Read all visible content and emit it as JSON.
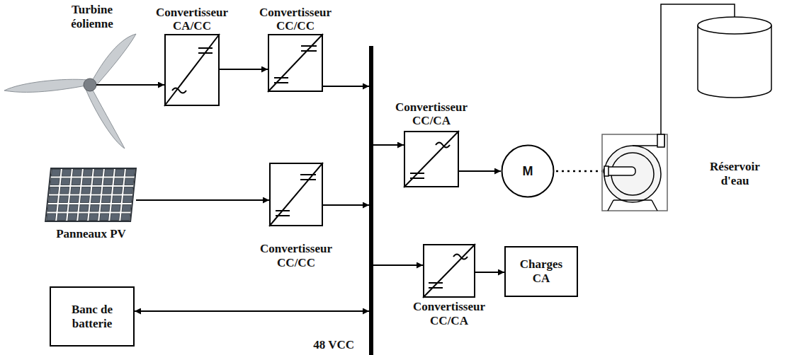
{
  "diagram": {
    "nodes": [
      {
        "text": [
          "Turbine éolienne"
        ]
      },
      {
        "text": [
          "Convertisseur CA/CC"
        ]
      },
      {
        "text": [
          "Convertisseur CC/CC"
        ]
      },
      {
        "text": [
          "Convertisseur CC/CA"
        ]
      },
      {
        "text": [
          "M"
        ]
      },
      {
        "text": [
          "Réservoir d'eau"
        ]
      },
      {
        "text": [
          "Panneaux PV"
        ]
      },
      {
        "text": [
          "Convertisseur CC/CC"
        ]
      },
      {
        "text": [
          "Charges CA"
        ]
      },
      {
        "text": [
          "Banc de batterie"
        ]
      },
      {
        "text": [
          "48 VCC"
        ]
      },
      {
        "text": [
          "Convertisseur CC/CA"
        ]
      }
    ],
    "edges": [
      {
        "from": 0,
        "to": 1,
        "arrow": "to"
      },
      {
        "from": 1,
        "to": 2,
        "arrow": "to"
      },
      {
        "from": 2,
        "to": 10,
        "arrow": "to"
      },
      {
        "from": 6,
        "to": 7,
        "arrow": "to"
      },
      {
        "from": 7,
        "to": 10,
        "arrow": "to"
      },
      {
        "from": 9,
        "to": 10,
        "arrow": "both"
      },
      {
        "from": 10,
        "to": 3,
        "arrow": "to"
      },
      {
        "from": 3,
        "to": 4,
        "arrow": "to"
      },
      {
        "from": 10,
        "to": 11,
        "arrow": "to"
      },
      {
        "from": 11,
        "to": 8,
        "arrow": "to"
      }
    ]
  }
}
